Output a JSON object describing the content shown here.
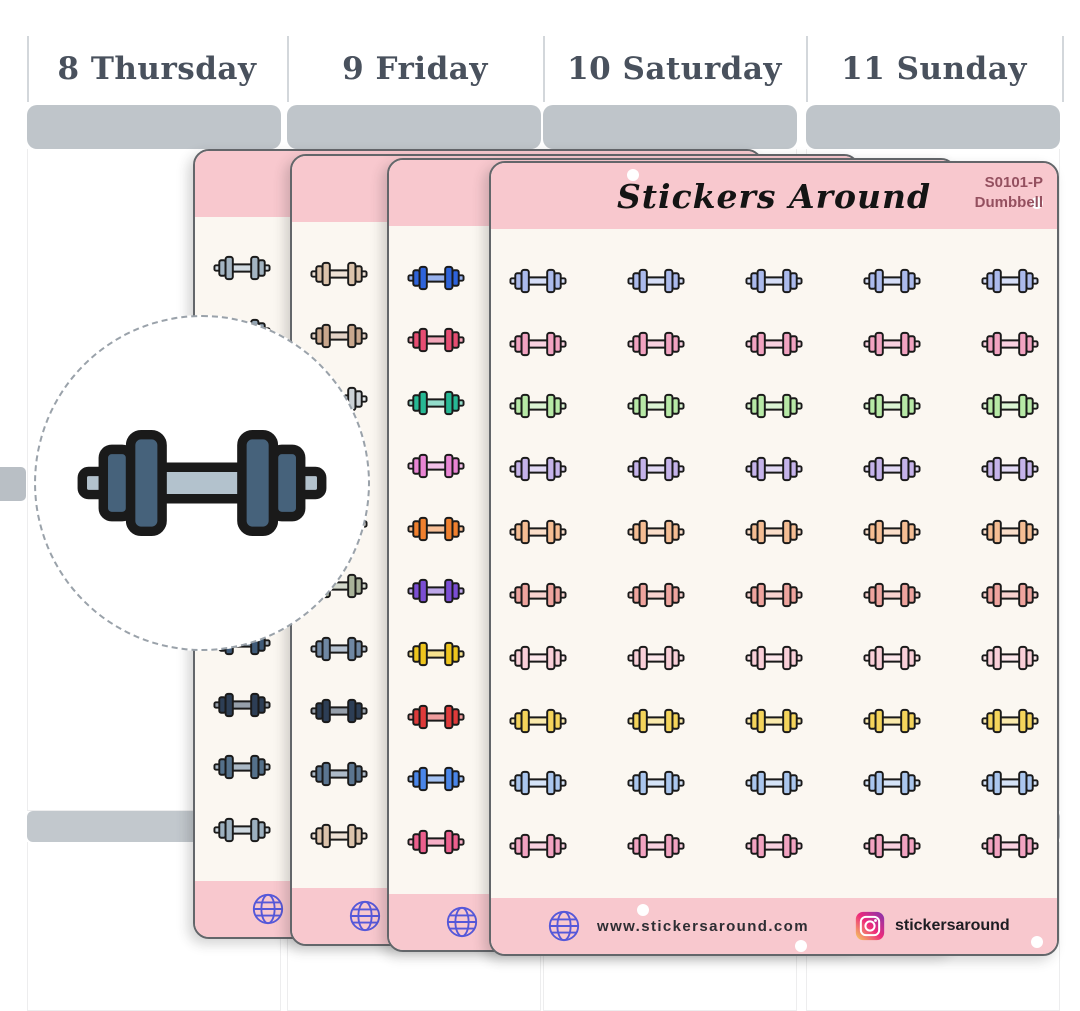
{
  "planner": {
    "days": [
      {
        "label": "8 Thursday"
      },
      {
        "label": "9 Friday"
      },
      {
        "label": "10 Saturday"
      },
      {
        "label": "11 Sunday"
      }
    ],
    "header_bar_color": "#bfc5ca",
    "divider_color": "#d3d7db"
  },
  "sticker_sheet": {
    "brand_logo": "Stickers Around",
    "sku": "S0101-P",
    "product_name": "Dumbbell",
    "website": "www.stickersaround.com",
    "instagram_handle": "stickersaround",
    "header_color": "#f8c8ce",
    "body_color": "#fbf7f1",
    "sku_text_color": "#94505f",
    "grid": {
      "columns": 5,
      "rows": 10
    }
  },
  "icons": {
    "footer_left": "globe-icon",
    "footer_social": "instagram-icon",
    "sticker": "dumbbell-icon",
    "zoom": "magnified-dumbbell-icon"
  },
  "zoom_preview": {
    "dumbbell_plate_color": "#46627b",
    "dumbbell_bar_color": "#b3c2cd"
  },
  "sheets": [
    {
      "name": "sheet-back-1",
      "row_colors": [
        "#a3b4c2",
        "#93a5b4",
        "#8497a8",
        "#aab9c6",
        "#9aabb9",
        "#8b9cac",
        "#3f5a78",
        "#2d3e55",
        "#54708a",
        "#9cb0bf"
      ]
    },
    {
      "name": "sheet-back-2",
      "row_colors": [
        "#dcc3ab",
        "#c9a78d",
        "#ccd2d7",
        "#c2ab95",
        "#d8c7b4",
        "#a9b399",
        "#6f87a2",
        "#2d3e55",
        "#5b7590",
        "#dcc3ab"
      ]
    },
    {
      "name": "sheet-back-3",
      "row_colors": [
        "#2e63da",
        "#e64d72",
        "#27b894",
        "#e985d4",
        "#f0802e",
        "#7b4ed3",
        "#eec51d",
        "#de3a3a",
        "#4a86e9",
        "#ec5f8d"
      ]
    },
    {
      "name": "sheet-front",
      "row_colors": [
        "#abbaec",
        "#f2a3c1",
        "#b7e9a6",
        "#c5b3ea",
        "#f5bd93",
        "#efa49e",
        "#f9cfd8",
        "#f4d45b",
        "#aac6ee",
        "#f2a3c1"
      ]
    }
  ]
}
